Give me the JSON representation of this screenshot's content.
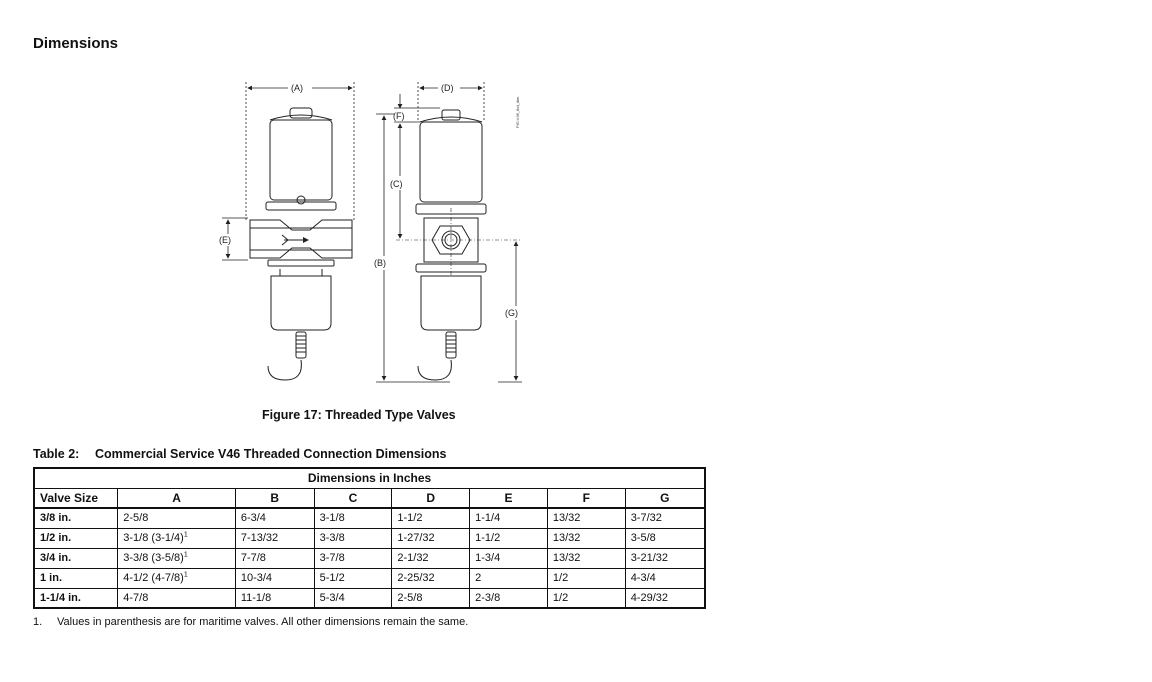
{
  "section_heading": "Dimensions",
  "figure": {
    "caption": "Figure 17: Threaded Type Valves",
    "labels": {
      "a": "(A)",
      "b": "(B)",
      "c": "(C)",
      "d": "(D)",
      "e": "(E)",
      "f": "(F)",
      "g": "(G)"
    },
    "side_code": "FIG:V46_thd_dim"
  },
  "table": {
    "number": "Table 2:",
    "title": "Commercial Service V46 Threaded Connection Dimensions",
    "super_header": "Dimensions in Inches",
    "columns": [
      "Valve Size",
      "A",
      "B",
      "C",
      "D",
      "E",
      "F",
      "G"
    ],
    "rows": [
      {
        "size": "3/8 in.",
        "a": "2-5/8",
        "a_note": "",
        "b": "6-3/4",
        "c": "3-1/8",
        "d": "1-1/2",
        "e": "1-1/4",
        "f": "13/32",
        "g": "3-7/32"
      },
      {
        "size": "1/2 in.",
        "a": "3-1/8 (3-1/4)",
        "a_note": "1",
        "b": "7-13/32",
        "c": "3-3/8",
        "d": "1-27/32",
        "e": "1-1/2",
        "f": "13/32",
        "g": "3-5/8"
      },
      {
        "size": "3/4 in.",
        "a": "3-3/8 (3-5/8)",
        "a_note": "1",
        "b": "7-7/8",
        "c": "3-7/8",
        "d": "2-1/32",
        "e": "1-3/4",
        "f": "13/32",
        "g": "3-21/32"
      },
      {
        "size": "1 in.",
        "a": "4-1/2 (4-7/8)",
        "a_note": "1",
        "b": "10-3/4",
        "c": "5-1/2",
        "d": "2-25/32",
        "e": "2",
        "f": "1/2",
        "g": "4-3/4"
      },
      {
        "size": "1-1/4 in.",
        "a": "4-7/8",
        "a_note": "",
        "b": "11-1/8",
        "c": "5-3/4",
        "d": "2-5/8",
        "e": "2-3/8",
        "f": "1/2",
        "g": "4-29/32"
      }
    ]
  },
  "footnote": {
    "number": "1.",
    "text": "Values in parenthesis are for maritime valves. All other dimensions remain the same."
  }
}
